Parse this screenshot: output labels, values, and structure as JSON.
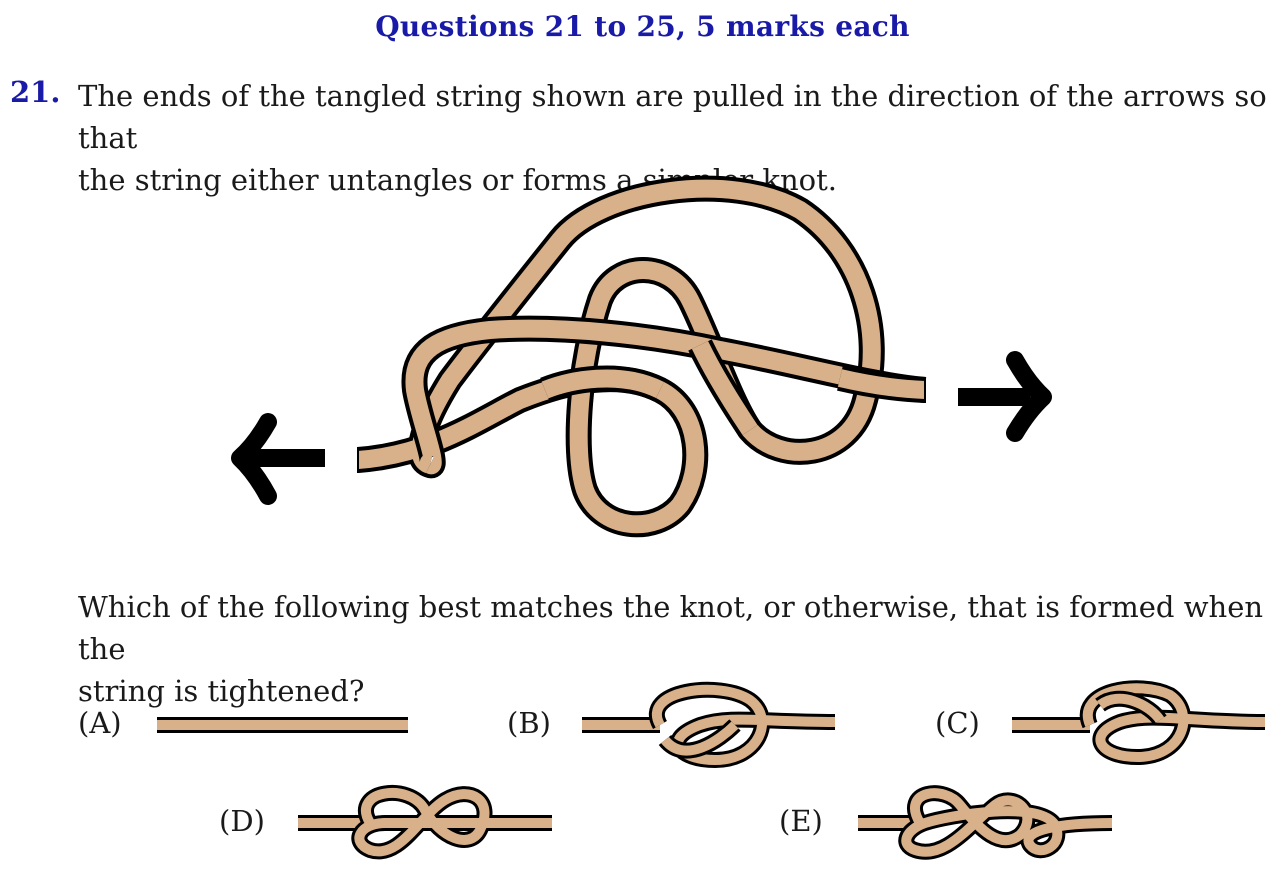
{
  "heading": "Questions 21 to 25, 5 marks each",
  "question": {
    "number": "21.",
    "line1": "The ends of the tangled string shown are pulled in the direction of the arrows so that",
    "line2": "the string either untangles or forms a simpler knot.",
    "prompt_line1": "Which of the following best matches the knot, or otherwise, that is formed when the",
    "prompt_line2": "string is tightened?"
  },
  "options": {
    "a": "(A)",
    "b": "(B)",
    "c": "(C)",
    "d": "(D)",
    "e": "(E)"
  },
  "colors": {
    "heading": "#1a1aa8",
    "rope_fill": "#d8b08a",
    "rope_outline": "#000000"
  }
}
